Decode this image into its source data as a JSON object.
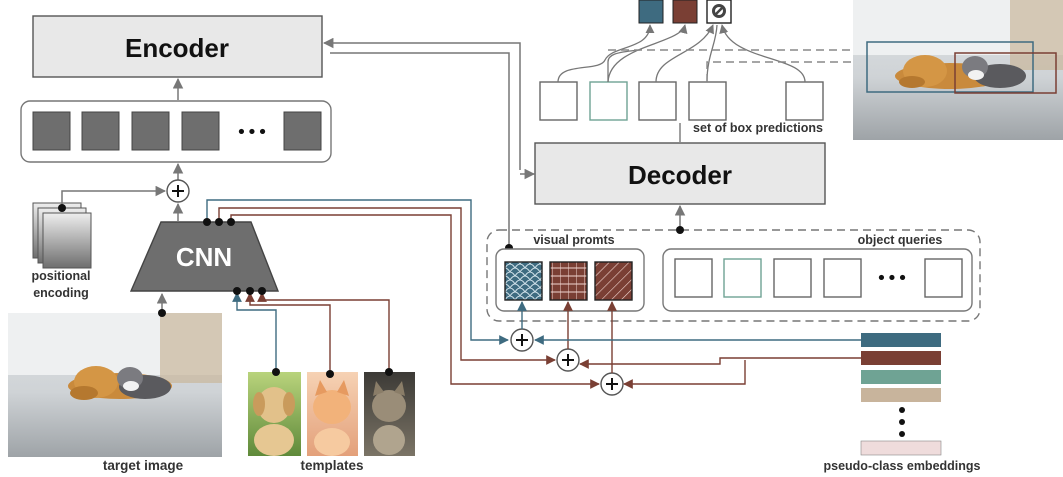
{
  "labels": {
    "encoder": "Encoder",
    "decoder": "Decoder",
    "cnn": "CNN",
    "positional_encoding_line1": "positional",
    "positional_encoding_line2": "encoding",
    "target_image": "target image",
    "templates": "templates",
    "visual_prompts": "visual promts",
    "object_queries": "object queries",
    "set_of_box_predictions": "set of box predictions",
    "pseudo_class_embeddings": "pseudo-class embeddings",
    "ellipsis": "•••"
  },
  "colors": {
    "blue": "#3e6b80",
    "brown": "#7a3f34",
    "teal": "#6fa394",
    "tan": "#c8b49c",
    "pink": "#efdcdc",
    "gray_line": "#777777",
    "box_fill": "#e8e8e8",
    "dark_square": "#6e6e6e"
  },
  "icons": {
    "no_object": "no-object-icon",
    "plus": "plus-icon"
  }
}
